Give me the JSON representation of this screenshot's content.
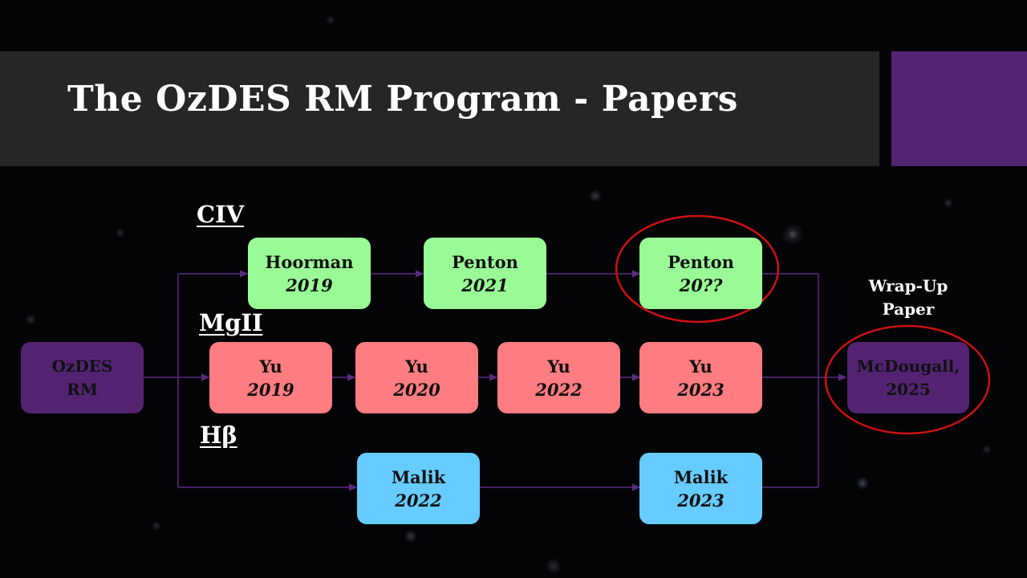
{
  "slide": {
    "title": "The OzDES RM Program - Papers"
  },
  "colors": {
    "title_bar": "#262626",
    "accent": "#532372",
    "civ_boxes": "#99fb95",
    "mgii_boxes": "#ff7c80",
    "hbeta_boxes": "#66ccff",
    "highlight_circle": "#cc1111",
    "connector": "#5a2a80"
  },
  "diagram": {
    "source": {
      "line1": "OzDES",
      "line2": "RM"
    },
    "sections": {
      "civ": "CIV",
      "mgii": "MgII",
      "hbeta": "Hβ"
    },
    "civ_papers": [
      {
        "author": "Hoorman",
        "year": "2019"
      },
      {
        "author": "Penton",
        "year": "2021"
      },
      {
        "author": "Penton",
        "year": "20??"
      }
    ],
    "mgii_papers": [
      {
        "author": "Yu",
        "year": "2019"
      },
      {
        "author": "Yu",
        "year": "2020"
      },
      {
        "author": "Yu",
        "year": "2022"
      },
      {
        "author": "Yu",
        "year": "2023"
      }
    ],
    "hbeta_papers": [
      {
        "author": "Malik",
        "year": "2022"
      },
      {
        "author": "Malik",
        "year": "2023"
      }
    ],
    "wrapup": {
      "label_line1": "Wrap-Up",
      "label_line2": "Paper",
      "line1": "McDougall,",
      "line2": "2025"
    }
  }
}
